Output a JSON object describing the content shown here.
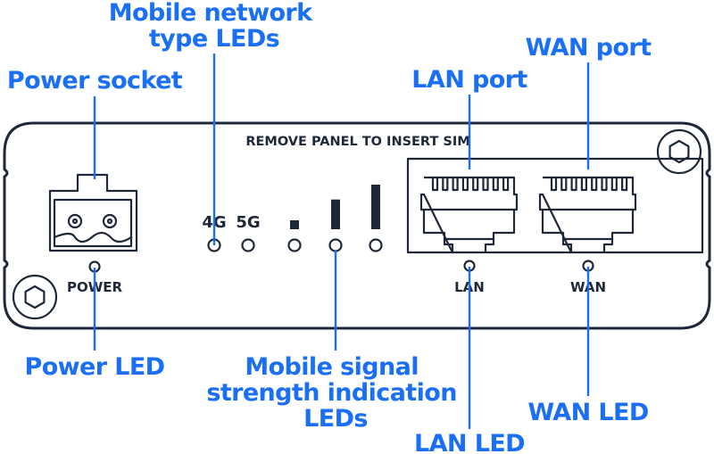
{
  "diagram": {
    "title": "Router front panel",
    "colors": {
      "callout": "#1a6ff5",
      "device": "#1f2838",
      "background": "#ffffff"
    },
    "panel_text": {
      "sim_notice": "REMOVE PANEL TO INSERT SIM",
      "power": "POWER",
      "lan": "LAN",
      "wan": "WAN",
      "net_4g": "4G",
      "net_5g": "5G"
    },
    "signal_bars": [
      {
        "level": 1,
        "of": 3
      },
      {
        "level": 2,
        "of": 3
      },
      {
        "level": 3,
        "of": 3
      }
    ],
    "callouts": {
      "mobile_network": [
        "Mobile network",
        "type LEDs"
      ],
      "power_socket": "Power socket",
      "lan_port": "LAN port",
      "wan_port": "WAN port",
      "power_led": "Power LED",
      "signal_leds": [
        "Mobile signal",
        "strength indication",
        "LEDs"
      ],
      "wan_led": "WAN LED",
      "lan_led": "LAN LED"
    }
  }
}
